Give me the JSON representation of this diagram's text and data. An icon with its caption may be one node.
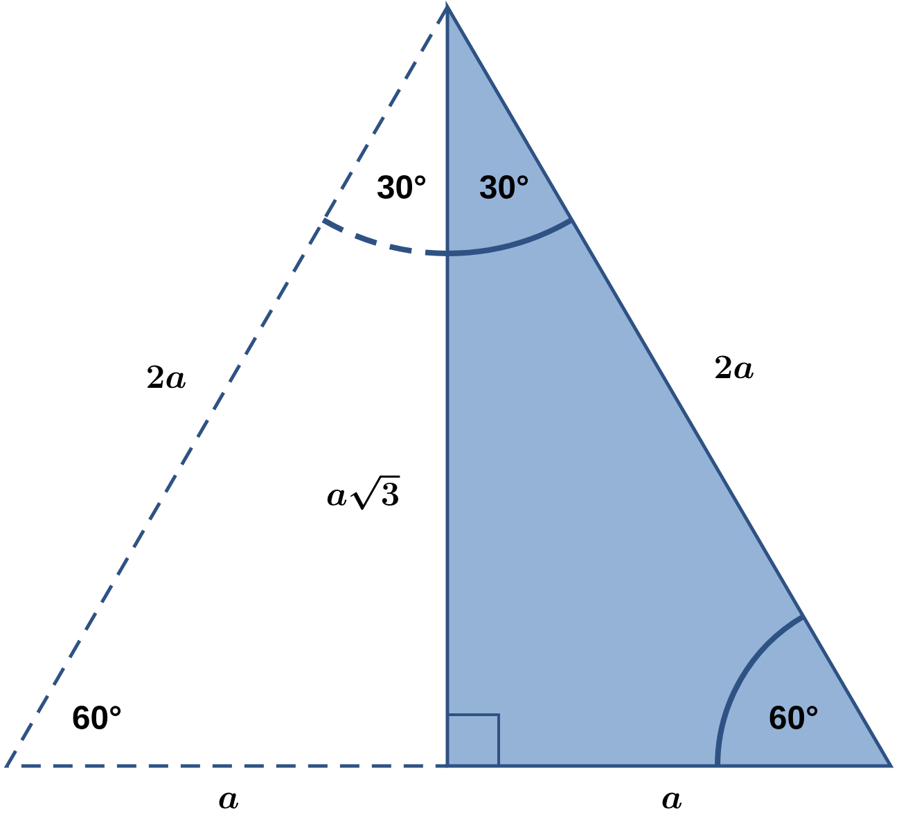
{
  "diagram": {
    "labels": [
      "30°",
      "30°",
      "2a",
      "2a",
      "a\\sqrt{3}",
      "60°",
      "60°",
      "a",
      "a"
    ]
  }
}
